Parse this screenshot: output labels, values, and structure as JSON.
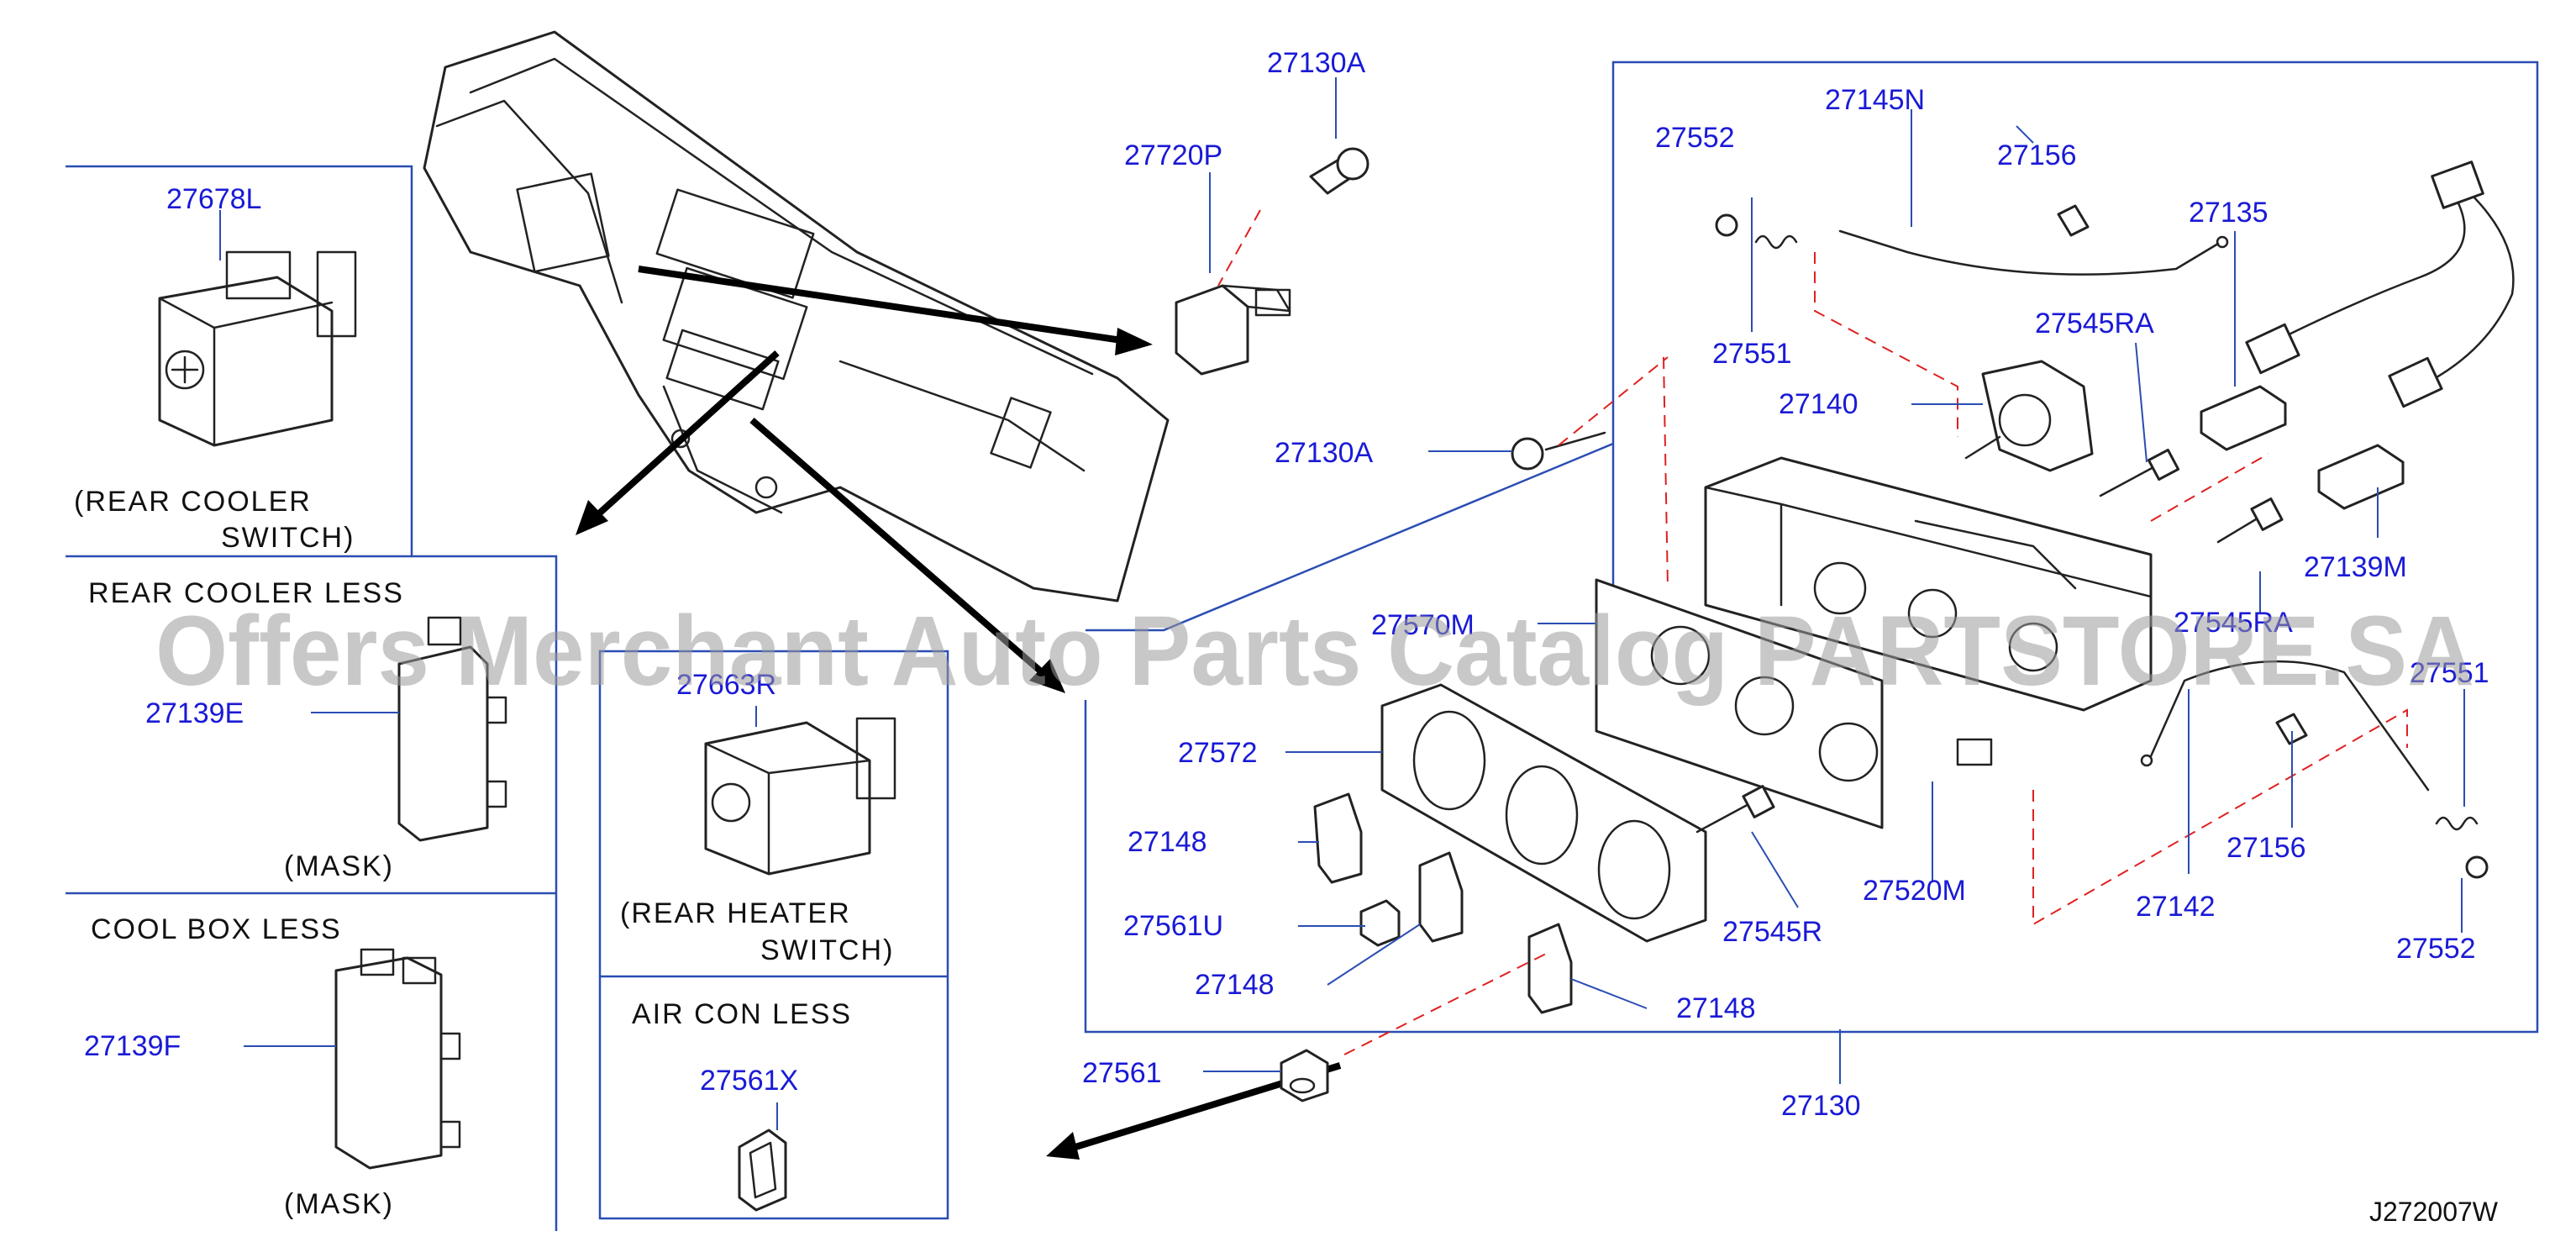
{
  "diagram_code": "J272007W",
  "watermark": "Offers Merchant Auto Parts Catalog PARTSTORE.SA",
  "left_panel": {
    "switch_part": "27678L",
    "switch_caption_1": "(REAR   COOLER",
    "switch_caption_2": "SWITCH)",
    "rear_cooler_less_title": "REAR   COOLER   LESS",
    "mask_e_part": "27139E",
    "mask_e_caption": "(MASK)",
    "cool_box_less_title": "COOL   BOX   LESS",
    "mask_f_part": "27139F",
    "mask_f_caption": "(MASK)"
  },
  "middle_panel": {
    "switch_part": "27663R",
    "switch_caption_1": "(REAR   HEATER",
    "switch_caption_2": "SWITCH)",
    "air_con_less_title": "AIR   CON   LESS",
    "plug_part": "27561X"
  },
  "dash_parts": {
    "bracket": "27720P",
    "screw_top": "27130A",
    "knob_insert": "27561"
  },
  "main_assembly": {
    "assembly": "27130",
    "screw": "27130A",
    "ball_top": "27552",
    "spring_top": "27551",
    "cable_top": "27145N",
    "clip_top": "27156",
    "actuator_motor": "27140",
    "bolt_top": "27545RA",
    "resistor_top": "27135",
    "blower_resistor": "27139M",
    "bolt_mid": "27545RA",
    "gasket": "27570M",
    "face_plate": "27572",
    "knob_1": "27148",
    "knob_insert": "27561U",
    "knob_2": "27148",
    "knob_3": "27148",
    "bolt_low": "27545R",
    "control_body": "27520M",
    "cable_low": "27142",
    "clip_low": "27156",
    "spring_low": "27551",
    "ball_low": "27552"
  }
}
